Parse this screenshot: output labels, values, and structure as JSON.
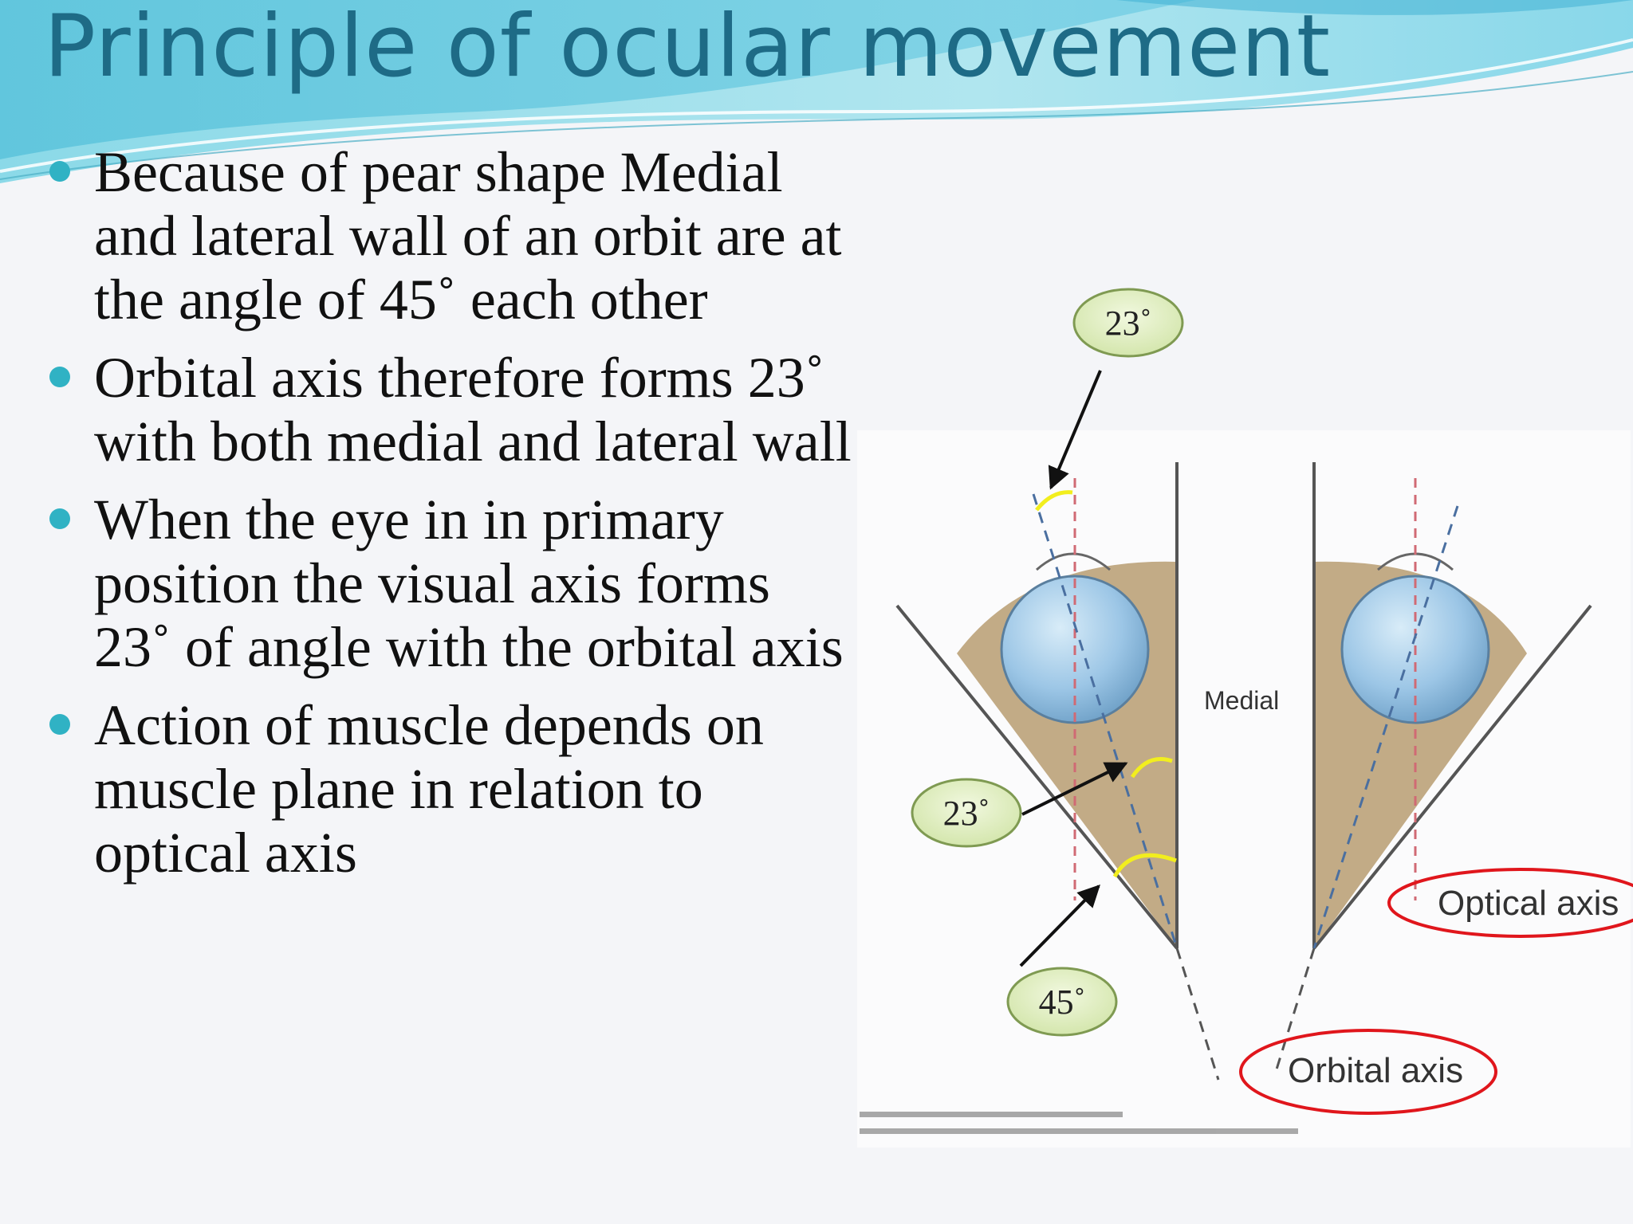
{
  "slide": {
    "title": "Principle of ocular movement",
    "bullets": [
      "Because of pear shape Medial and lateral wall of an orbit are at the angle of  45˚ each other",
      "Orbital axis therefore forms 23˚ with both medial and lateral wall",
      "When the eye in in primary position the visual axis forms 23˚ of angle with the orbital axis",
      "Action of muscle depends on muscle plane in relation to optical axis"
    ]
  },
  "figure": {
    "angle_labels": [
      "23˚",
      "23˚",
      "45˚"
    ],
    "medial_label": "Medial",
    "optical_axis_label": "Optical axis",
    "orbital_axis_label": "Orbital axis"
  },
  "colors": {
    "title": "#1e6b86",
    "bullet": "#30b2c4",
    "orbit_fill": "#c2ab86",
    "eyeball": "#9cc6e6",
    "callout_fill": "#dfeec0",
    "callout_border": "#7f9a52",
    "highlight_ring": "#e0161c",
    "angle_arc": "#f2ee1e"
  }
}
